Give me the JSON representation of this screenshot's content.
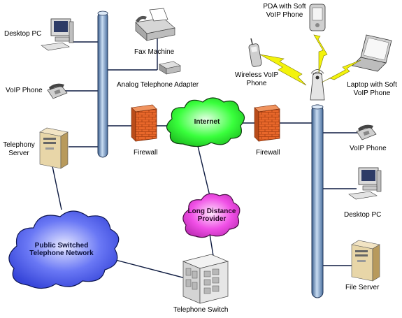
{
  "colors": {
    "bus": "#8fb2d8",
    "bus_edge": "#1f3355",
    "firewall": "#e8672a",
    "internet_cloud": "#39ff3c",
    "long_distance_cloud": "#f04fe6",
    "pstn_cloud": "#4a5cf0",
    "lightning": "#f3f30c",
    "link": "#0d1a40"
  },
  "nodes": {
    "desktop_pc_left": "Desktop PC",
    "voip_phone_left": "VoIP Phone",
    "telephony_server": "Telephony\nServer",
    "fax_machine": "Fax Machine",
    "analog_telephone_adapter": "Analog Telephone Adapter",
    "firewall_left": "Firewall",
    "internet": "Internet",
    "firewall_right": "Firewall",
    "pda": "PDA with Soft\nVoIP Phone",
    "wireless_voip_phone": "Wireless VoIP\nPhone",
    "laptop": "Laptop with Soft\nVoIP Phone",
    "voip_phone_right": "VoIP Phone",
    "desktop_pc_right": "Desktop PC",
    "file_server": "File Server",
    "long_distance_provider": "Long Distance\nProvider",
    "pstn": "Public Switched\nTelephone Network",
    "telephone_switch": "Telephone Switch"
  },
  "icons": {
    "desktop_pc": "desktop-pc-icon",
    "voip_phone": "desk-phone-icon",
    "server": "tower-server-icon",
    "fax": "fax-machine-icon",
    "adapter": "analog-adapter-icon",
    "firewall": "brick-wall-icon",
    "pda": "pda-icon",
    "wireless_phone": "cordless-phone-icon",
    "laptop": "laptop-icon",
    "access_point": "wireless-access-point-icon",
    "switch": "telephone-switch-icon",
    "cloud": "network-cloud-icon"
  }
}
